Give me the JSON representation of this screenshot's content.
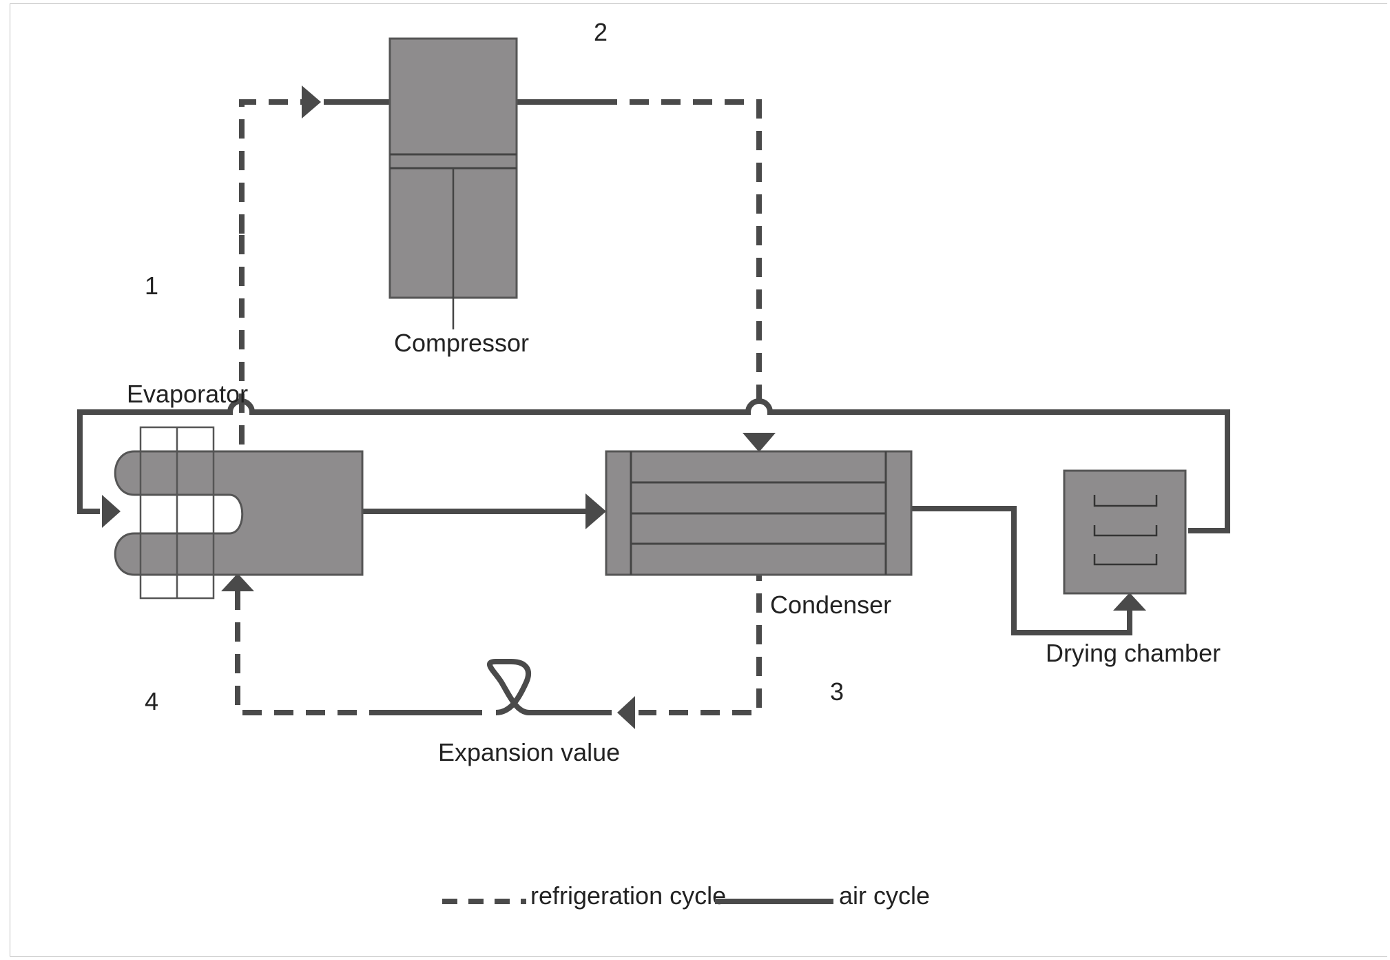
{
  "labels": {
    "compressor": "Compressor",
    "evaporator": "Evaporator",
    "condenser": "Condenser",
    "drying_chamber": "Drying chamber",
    "expansion_valve": "Expansion value"
  },
  "state_points": [
    "1",
    "2",
    "3",
    "4"
  ],
  "legend": {
    "refrigeration": "refrigeration cycle",
    "air": "air cycle"
  },
  "colors": {
    "component_fill": "#8e8c8d",
    "line": "#4a4a4a",
    "outline": "#555555"
  }
}
